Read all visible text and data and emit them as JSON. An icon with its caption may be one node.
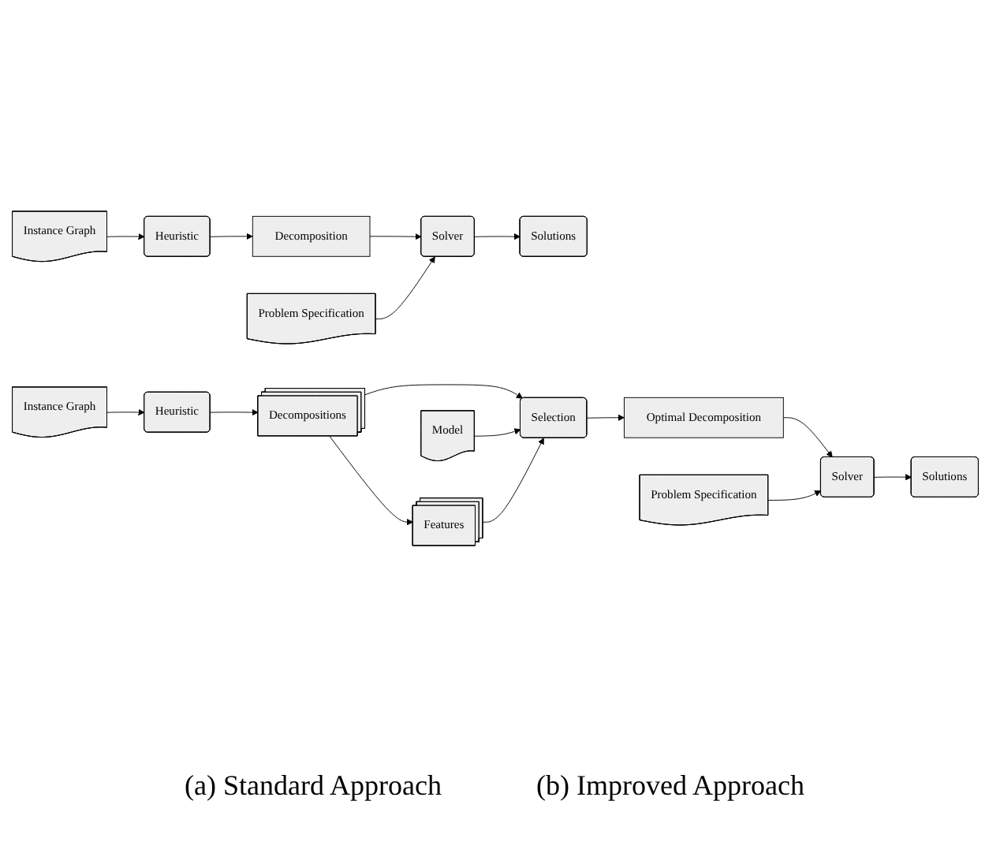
{
  "diagram": {
    "nodes": [
      {
        "text": [
          "Instance Graph"
        ]
      },
      {
        "text": [
          "Heuristic"
        ]
      },
      {
        "text": [
          "Decomposition"
        ]
      },
      {
        "text": [
          "Problem Specification"
        ]
      },
      {
        "text": [
          "Solver"
        ]
      },
      {
        "text": [
          "Solutions"
        ]
      },
      {
        "text": [
          "Instance Graph"
        ]
      },
      {
        "text": [
          "Heuristic"
        ]
      },
      {
        "text": [
          "Decompositions"
        ]
      },
      {
        "text": [
          "Model"
        ]
      },
      {
        "text": [
          "Selection"
        ]
      },
      {
        "text": [
          "Features"
        ]
      },
      {
        "text": [
          "Optimal Decomposition"
        ]
      },
      {
        "text": [
          "Problem Specification"
        ]
      },
      {
        "text": [
          "Solver"
        ]
      },
      {
        "text": [
          "Solutions"
        ]
      }
    ],
    "edges": [
      {
        "from": 0,
        "to": 1,
        "arrow": "to"
      },
      {
        "from": 1,
        "to": 2,
        "arrow": "to"
      },
      {
        "from": 2,
        "to": 4,
        "arrow": "to"
      },
      {
        "from": 3,
        "to": 4,
        "arrow": "to"
      },
      {
        "from": 4,
        "to": 5,
        "arrow": "to"
      },
      {
        "from": 6,
        "to": 7,
        "arrow": "to"
      },
      {
        "from": 7,
        "to": 8,
        "arrow": "to"
      },
      {
        "from": 8,
        "to": 10,
        "arrow": "to"
      },
      {
        "from": 8,
        "to": 11,
        "arrow": "to"
      },
      {
        "from": 9,
        "to": 10,
        "arrow": "to"
      },
      {
        "from": 11,
        "to": 10,
        "arrow": "to"
      },
      {
        "from": 10,
        "to": 12,
        "arrow": "to"
      },
      {
        "from": 12,
        "to": 14,
        "arrow": "to"
      },
      {
        "from": 13,
        "to": 14,
        "arrow": "to"
      },
      {
        "from": 14,
        "to": 15,
        "arrow": "to"
      }
    ],
    "labels": [
      "(a) Standard Approach",
      "(b) Improved Approach"
    ]
  }
}
